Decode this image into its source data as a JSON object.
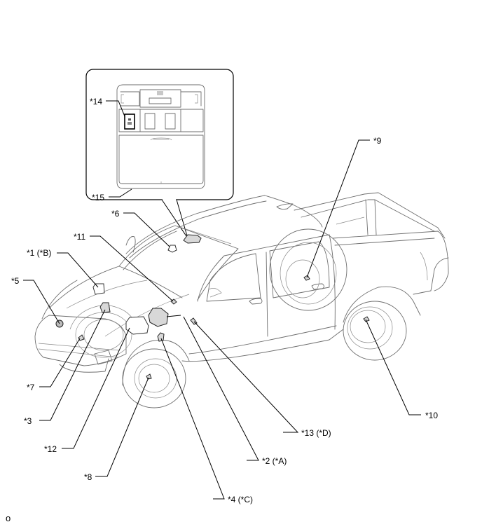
{
  "diagram": {
    "subject": "Pickup truck component location (cab overhead console inset)",
    "caption": "o",
    "inset": {
      "labels": [
        {
          "id": "14",
          "text": "*14"
        },
        {
          "id": "15",
          "text": "*15"
        }
      ]
    },
    "labels": [
      {
        "id": "1",
        "text": "*1 (*B)"
      },
      {
        "id": "2",
        "text": "*2 (*A)"
      },
      {
        "id": "3",
        "text": "*3"
      },
      {
        "id": "4",
        "text": "*4 (*C)"
      },
      {
        "id": "5",
        "text": "*5"
      },
      {
        "id": "6",
        "text": "*6"
      },
      {
        "id": "7",
        "text": "*7"
      },
      {
        "id": "8",
        "text": "*8"
      },
      {
        "id": "9",
        "text": "*9"
      },
      {
        "id": "10",
        "text": "*10"
      },
      {
        "id": "11",
        "text": "*11"
      },
      {
        "id": "12",
        "text": "*12"
      },
      {
        "id": "13",
        "text": "*13 (*D)"
      }
    ]
  }
}
